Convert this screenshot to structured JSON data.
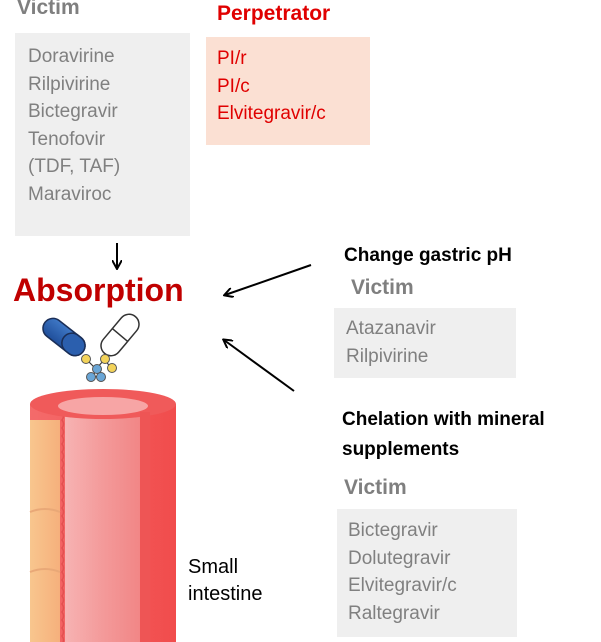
{
  "top": {
    "partial_heading": "",
    "victim_heading": "Victim",
    "perpetrator_heading": "Perpetrator",
    "victim_drugs": [
      "Doravirine",
      "Rilpivirine",
      "Bictegravir",
      "Tenofovir",
      "(TDF, TAF)",
      "Maraviroc"
    ],
    "perpetrator_drugs": [
      "PI/r",
      "PI/c",
      "Elvitegravir/c"
    ]
  },
  "center": {
    "absorption_label": "Absorption",
    "organ_label_line1": "Small",
    "organ_label_line2": "intestine"
  },
  "gastric": {
    "heading": "Change gastric pH",
    "victim_heading": "Victim",
    "victim_drugs": [
      "Atazanavir",
      "Rilpivirine"
    ]
  },
  "chelation": {
    "heading_line1": "Chelation with mineral",
    "heading_line2": "supplements",
    "victim_heading": "Victim",
    "victim_drugs": [
      "Bictegravir",
      "Dolutegravir",
      "Elvitegravir/c",
      "Raltegravir"
    ]
  },
  "colors": {
    "victim_grey": "#7f7f7f",
    "perpetrator_red": "#e00000",
    "absorption_red": "#c00000",
    "victim_box": "#efefef",
    "perpetrator_box": "#fbe0d3",
    "intestine_red": "#f45c5c",
    "intestine_pink": "#f4a0a0",
    "intestine_peach": "#f8c08a"
  }
}
